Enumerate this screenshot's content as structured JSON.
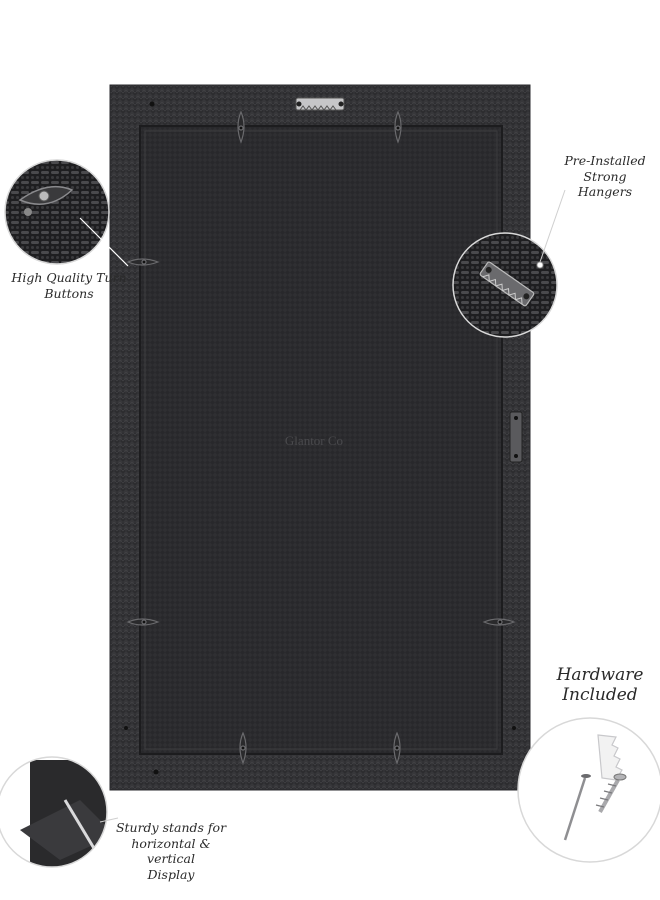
{
  "product": {
    "back_logo": "Glantor Co"
  },
  "callouts": {
    "turn_buttons": {
      "line1": "High Quality Turn",
      "line2": "Buttons"
    },
    "hangers": {
      "line1": "Pre-Installed Strong",
      "line2": "Hangers"
    },
    "stands": {
      "line1": "Sturdy stands for",
      "line2": "horizontal & vertical",
      "line3": "Display"
    },
    "hardware": {
      "line1": "Hardware",
      "line2": "Included"
    }
  },
  "colors": {
    "frame": "#3a3a3c",
    "panel": "#303033",
    "accent_silver": "#b9b9bb",
    "label_text": "#2a2a2a"
  },
  "icons": {
    "turn_button": "turn-button-icon",
    "hanger": "sawtooth-hanger-icon",
    "stand": "easel-stand-icon",
    "screw": "screw-icon",
    "nail": "nail-icon",
    "anchor": "wall-anchor-icon"
  }
}
